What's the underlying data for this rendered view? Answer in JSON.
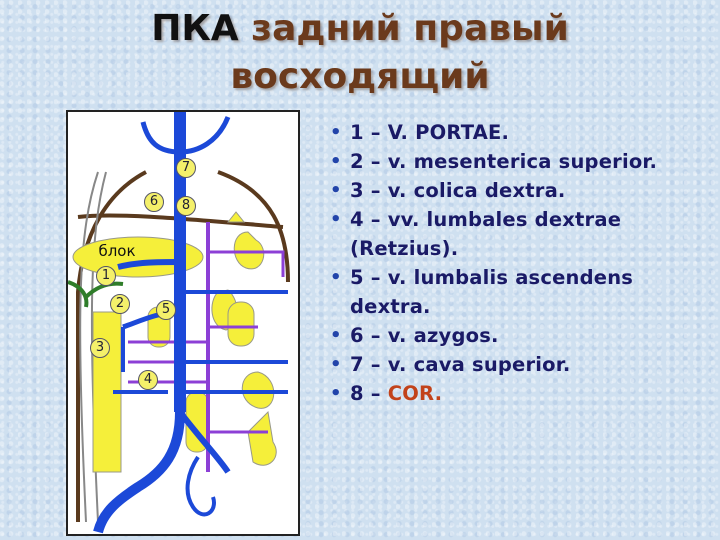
{
  "title": {
    "abbr": "ПКА",
    "line1_rest": "задний правый",
    "line2": "восходящий"
  },
  "diagram": {
    "block_label": "блок",
    "markers": [
      "1",
      "2",
      "3",
      "4",
      "5",
      "6",
      "7",
      "8"
    ],
    "colors": {
      "portal_vein": "#1c49d8",
      "azygos_brown": "#5a3a1e",
      "lumbar_purple": "#8c3fd6",
      "organs_yellow": "#f5ef3a",
      "green_link": "#2f7d2a"
    }
  },
  "legend": {
    "items": [
      {
        "num": "1",
        "sep": " – ",
        "text": "V.  PORTAE."
      },
      {
        "num": "2",
        "sep": " – ",
        "text": "v.  mesenterica  superior."
      },
      {
        "num": "3",
        "sep": " – ",
        "text": "v.  colica  dextra."
      },
      {
        "num": "4",
        "sep": " – ",
        "text": "vv.  lumbales  dextrae",
        "note": "(Retzius)."
      },
      {
        "num": "5",
        "sep": " – ",
        "text": "v.  lumbalis  ascendens",
        "note": "dextra."
      },
      {
        "num": "6",
        "sep": " – ",
        "text": "v.  azygos."
      },
      {
        "num": "7",
        "sep": " – ",
        "text": "v.  cava  superior."
      },
      {
        "num": "8",
        "sep": " – ",
        "text": "COR."
      }
    ],
    "accent_color": "#c2421a"
  }
}
